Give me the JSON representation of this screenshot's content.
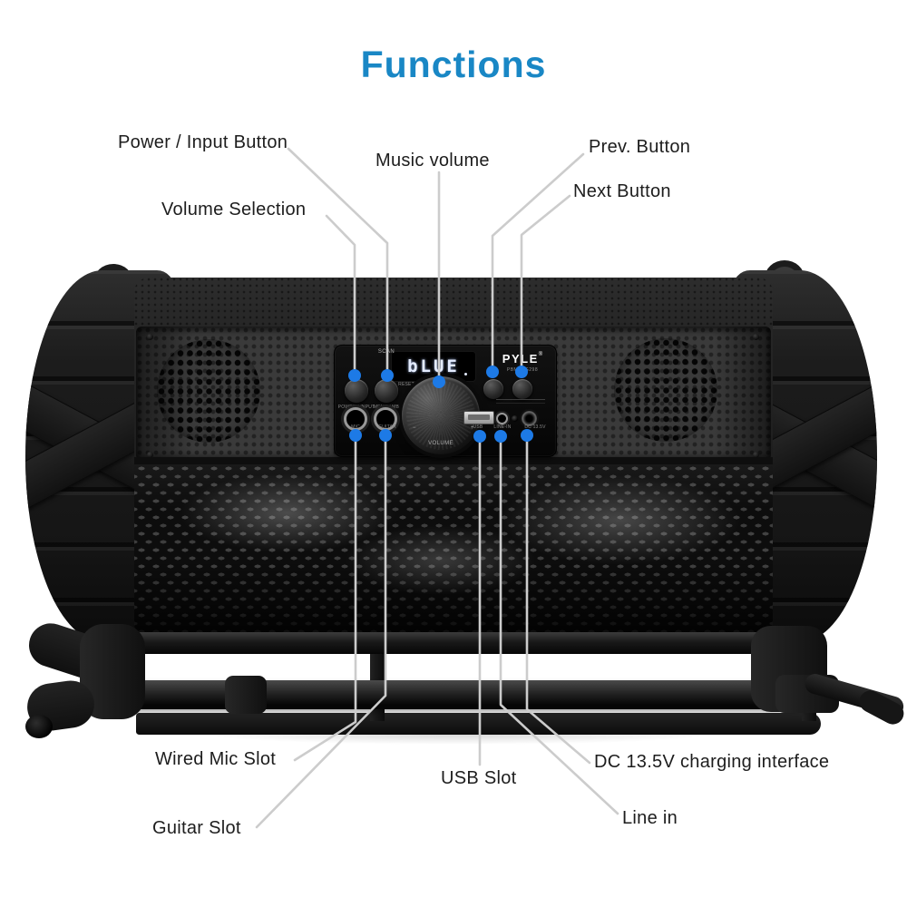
{
  "title": "Functions",
  "callouts": {
    "power": "Power / Input Button",
    "volume_selection": "Volume Selection",
    "music_volume": "Music volume",
    "prev": "Prev. Button",
    "next": "Next Button",
    "wired_mic": "Wired Mic Slot",
    "guitar": "Guitar Slot",
    "usb": "USB Slot",
    "dc": "DC 13.5V charging interface",
    "line_in": "Line in"
  },
  "panel": {
    "display": "bLUE",
    "brand": "PYLE",
    "brand_mark": "®",
    "model": "PBMSPG298",
    "scan": "SCAN",
    "reset": "RESET",
    "power_input": "POWER / INPUT",
    "menu": "MENU / MB",
    "volume": "VOLUME",
    "minus": "−",
    "plus": "+",
    "prev_glyph": "◀◀",
    "next_glyph": "▶▶",
    "mic": "MIC",
    "guitar": "GUITAR",
    "usb": "USB",
    "line_in": "LINE-IN",
    "dc": "DC 13.5V"
  },
  "colors": {
    "accent_title": "#1987c5",
    "callout_dot": "#1d7ae6",
    "callout_line": "#cccccc"
  }
}
